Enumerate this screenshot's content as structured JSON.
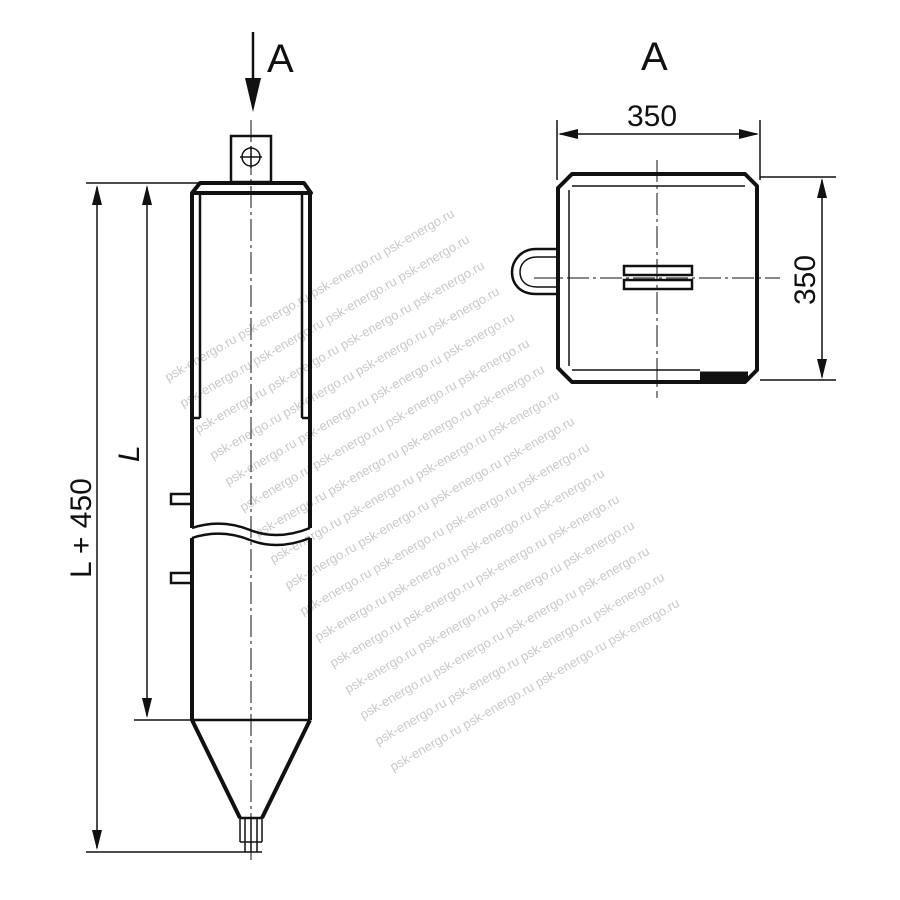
{
  "view_marker": "A",
  "section_title": "A",
  "dimensions": {
    "overall_length": "L + 450",
    "body_length": "L",
    "top_width": "350",
    "top_depth": "350"
  },
  "watermark": "psk-energo.ru"
}
